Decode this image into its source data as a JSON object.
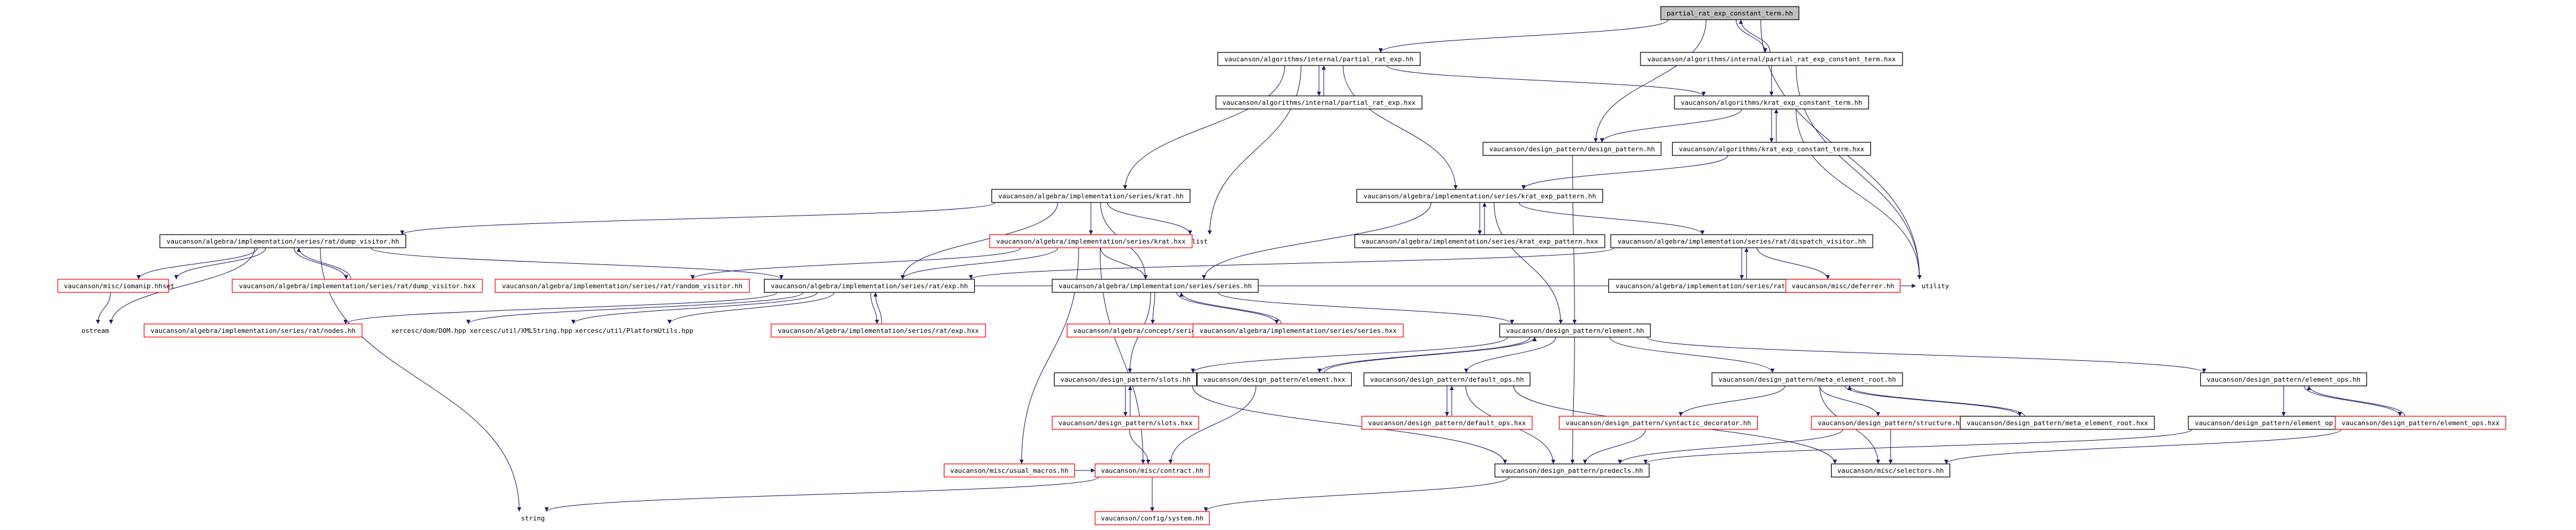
{
  "colors": {
    "background": "#ffffff",
    "edge": "#191970",
    "root_fill": "#bfbfbf",
    "border_normal": "#000000",
    "border_missing": "#ff0000",
    "text": "#000000"
  },
  "nodes": {
    "n0": {
      "label": "partial_rat_exp_constant_term.hh",
      "kind": "root"
    },
    "n1": {
      "label": "vaucanson/algorithms/internal/partial_rat_exp.hh",
      "kind": "normal"
    },
    "n2": {
      "label": "vaucanson/algorithms/internal/partial_rat_exp_constant_term.hxx",
      "kind": "normal"
    },
    "n3": {
      "label": "vaucanson/algorithms/internal/partial_rat_exp.hxx",
      "kind": "normal"
    },
    "n4": {
      "label": "vaucanson/algorithms/krat_exp_constant_term.hh",
      "kind": "normal"
    },
    "n5": {
      "label": "vaucanson/design_pattern/design_pattern.hh",
      "kind": "normal"
    },
    "n6": {
      "label": "vaucanson/algorithms/krat_exp_constant_term.hxx",
      "kind": "normal"
    },
    "n7": {
      "label": "vaucanson/algebra/implementation/series/krat.hh",
      "kind": "normal"
    },
    "n8": {
      "label": "vaucanson/algebra/implementation/series/krat_exp_pattern.hh",
      "kind": "normal"
    },
    "n9": {
      "label": "vaucanson/algebra/implementation/series/krat_exp_pattern.hxx",
      "kind": "normal"
    },
    "n10": {
      "label": "vaucanson/algebra/implementation/series/rat/dispatch_visitor.hh",
      "kind": "normal"
    },
    "n11": {
      "label": "vaucanson/algebra/implementation/series/rat/dump_visitor.hh",
      "kind": "normal"
    },
    "n12": {
      "label": "vaucanson/algebra/implementation/series/krat.hxx",
      "kind": "missing"
    },
    "n13": {
      "label": "list",
      "kind": "plain"
    },
    "n14": {
      "label": "vaucanson/algebra/implementation/series/rat/dispatch_visitor.hxx",
      "kind": "normal"
    },
    "n15": {
      "label": "vaucanson/misc/deferrer.hh",
      "kind": "missing"
    },
    "n16": {
      "label": "utility",
      "kind": "plain"
    },
    "n17": {
      "label": "vaucanson/misc/iomanip.hh",
      "kind": "missing"
    },
    "n18": {
      "label": "set",
      "kind": "plain"
    },
    "n19": {
      "label": "vaucanson/algebra/implementation/series/rat/dump_visitor.hxx",
      "kind": "missing"
    },
    "n20": {
      "label": "vaucanson/algebra/implementation/series/rat/random_visitor.hh",
      "kind": "missing"
    },
    "n21": {
      "label": "vaucanson/algebra/implementation/series/rat/exp.hh",
      "kind": "normal"
    },
    "n22": {
      "label": "vaucanson/algebra/implementation/series/series.hh",
      "kind": "normal"
    },
    "n23": {
      "label": "ostream",
      "kind": "plain"
    },
    "n24": {
      "label": "vaucanson/algebra/implementation/series/rat/nodes.hh",
      "kind": "missing"
    },
    "n25": {
      "label": "xercesc/dom/DOM.hpp",
      "kind": "plain"
    },
    "n26": {
      "label": "xercesc/util/XMLString.hpp",
      "kind": "plain"
    },
    "n27": {
      "label": "xercesc/util/PlatformUtils.hpp",
      "kind": "plain"
    },
    "n28": {
      "label": "vaucanson/algebra/implementation/series/rat/exp.hxx",
      "kind": "missing"
    },
    "n29": {
      "label": "vaucanson/algebra/concept/series_base.hh",
      "kind": "missing"
    },
    "n30": {
      "label": "vaucanson/algebra/implementation/series/series.hxx",
      "kind": "missing"
    },
    "n31": {
      "label": "vaucanson/design_pattern/element.hh",
      "kind": "normal"
    },
    "n32": {
      "label": "vaucanson/design_pattern/slots.hh",
      "kind": "normal"
    },
    "n33": {
      "label": "vaucanson/design_pattern/element.hxx",
      "kind": "normal"
    },
    "n34": {
      "label": "vaucanson/design_pattern/default_ops.hh",
      "kind": "normal"
    },
    "n35": {
      "label": "vaucanson/design_pattern/meta_element_root.hh",
      "kind": "normal"
    },
    "n36": {
      "label": "vaucanson/design_pattern/element_ops.hh",
      "kind": "normal"
    },
    "n37": {
      "label": "vaucanson/design_pattern/slots.hxx",
      "kind": "missing"
    },
    "n38": {
      "label": "vaucanson/design_pattern/default_ops.hxx",
      "kind": "missing"
    },
    "n39": {
      "label": "vaucanson/design_pattern/syntactic_decorator.hh",
      "kind": "missing"
    },
    "n40": {
      "label": "vaucanson/design_pattern/structure.hh",
      "kind": "missing"
    },
    "n41": {
      "label": "vaucanson/design_pattern/meta_element_root.hxx",
      "kind": "normal"
    },
    "n42": {
      "label": "vaucanson/design_pattern/element_op_traits.hh",
      "kind": "normal"
    },
    "n43": {
      "label": "vaucanson/design_pattern/element_ops.hxx",
      "kind": "missing"
    },
    "n44": {
      "label": "vaucanson/misc/usual_macros.hh",
      "kind": "missing"
    },
    "n45": {
      "label": "vaucanson/misc/contract.hh",
      "kind": "missing"
    },
    "n46": {
      "label": "vaucanson/design_pattern/predecls.hh",
      "kind": "normal"
    },
    "n47": {
      "label": "vaucanson/misc/selectors.hh",
      "kind": "normal"
    },
    "n48": {
      "label": "string",
      "kind": "plain"
    },
    "n49": {
      "label": "vaucanson/config/system.hh",
      "kind": "missing"
    }
  },
  "edges": [
    [
      "n0",
      "n1"
    ],
    [
      "n0",
      "n2"
    ],
    [
      "n0",
      "n5"
    ],
    [
      "n0",
      "n16"
    ],
    [
      "n1",
      "n3"
    ],
    [
      "n1",
      "n4"
    ],
    [
      "n1",
      "n7"
    ],
    [
      "n1",
      "n8"
    ],
    [
      "n1",
      "n13"
    ],
    [
      "n3",
      "n1"
    ],
    [
      "n2",
      "n0"
    ],
    [
      "n2",
      "n4"
    ],
    [
      "n2",
      "n16"
    ],
    [
      "n4",
      "n5"
    ],
    [
      "n4",
      "n6"
    ],
    [
      "n4",
      "n16"
    ],
    [
      "n6",
      "n4"
    ],
    [
      "n6",
      "n8"
    ],
    [
      "n5",
      "n31"
    ],
    [
      "n7",
      "n11"
    ],
    [
      "n7",
      "n12"
    ],
    [
      "n7",
      "n13"
    ],
    [
      "n7",
      "n21"
    ],
    [
      "n7",
      "n22"
    ],
    [
      "n8",
      "n9"
    ],
    [
      "n8",
      "n10"
    ],
    [
      "n8",
      "n22"
    ],
    [
      "n8",
      "n31"
    ],
    [
      "n9",
      "n8"
    ],
    [
      "n10",
      "n14"
    ],
    [
      "n10",
      "n15"
    ],
    [
      "n10",
      "n21"
    ],
    [
      "n14",
      "n10"
    ],
    [
      "n11",
      "n17"
    ],
    [
      "n11",
      "n18"
    ],
    [
      "n11",
      "n19"
    ],
    [
      "n11",
      "n21"
    ],
    [
      "n11",
      "n23"
    ],
    [
      "n11",
      "n48"
    ],
    [
      "n19",
      "n11"
    ],
    [
      "n12",
      "n20"
    ],
    [
      "n12",
      "n21"
    ],
    [
      "n12",
      "n22"
    ],
    [
      "n12",
      "n44"
    ],
    [
      "n12",
      "n45"
    ],
    [
      "n17",
      "n23"
    ],
    [
      "n21",
      "n24"
    ],
    [
      "n21",
      "n25"
    ],
    [
      "n21",
      "n26"
    ],
    [
      "n21",
      "n27"
    ],
    [
      "n21",
      "n28"
    ],
    [
      "n21",
      "n16"
    ],
    [
      "n28",
      "n21"
    ],
    [
      "n22",
      "n29"
    ],
    [
      "n22",
      "n30"
    ],
    [
      "n22",
      "n31"
    ],
    [
      "n22",
      "n32"
    ],
    [
      "n30",
      "n22"
    ],
    [
      "n31",
      "n32"
    ],
    [
      "n31",
      "n33"
    ],
    [
      "n31",
      "n34"
    ],
    [
      "n31",
      "n35"
    ],
    [
      "n31",
      "n36"
    ],
    [
      "n31",
      "n46"
    ],
    [
      "n33",
      "n31"
    ],
    [
      "n33",
      "n45"
    ],
    [
      "n32",
      "n37"
    ],
    [
      "n32",
      "n46"
    ],
    [
      "n37",
      "n32"
    ],
    [
      "n37",
      "n45"
    ],
    [
      "n34",
      "n38"
    ],
    [
      "n34",
      "n46"
    ],
    [
      "n34",
      "n47"
    ],
    [
      "n38",
      "n34"
    ],
    [
      "n35",
      "n39"
    ],
    [
      "n35",
      "n40"
    ],
    [
      "n35",
      "n41"
    ],
    [
      "n35",
      "n47"
    ],
    [
      "n41",
      "n35"
    ],
    [
      "n39",
      "n46"
    ],
    [
      "n40",
      "n46"
    ],
    [
      "n40",
      "n47"
    ],
    [
      "n36",
      "n42"
    ],
    [
      "n36",
      "n43"
    ],
    [
      "n43",
      "n36"
    ],
    [
      "n43",
      "n47"
    ],
    [
      "n42",
      "n46"
    ],
    [
      "n44",
      "n45"
    ],
    [
      "n45",
      "n48"
    ],
    [
      "n45",
      "n49"
    ],
    [
      "n46",
      "n49"
    ]
  ]
}
